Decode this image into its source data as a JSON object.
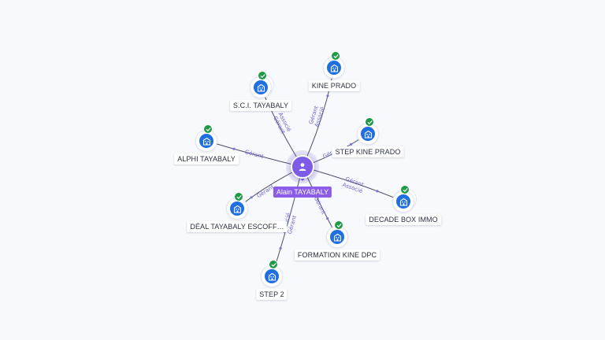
{
  "center": {
    "name": "Alain TAYABALY",
    "icon": "person-icon"
  },
  "colors": {
    "center": "#7c5ce6",
    "company_icon": "#1f6fe0",
    "verified_badge": "#1e9a47",
    "edge_label": "#6a64d4"
  },
  "companies": [
    {
      "id": "kine-prado",
      "name": "KINE PRADO",
      "roles": [
        "Gérant",
        "Associé"
      ],
      "stacked": false
    },
    {
      "id": "sci-tayabaly",
      "name": "S.C.I. TAYABALY",
      "roles": [
        "Gérant",
        "Associé"
      ],
      "stacked": true
    },
    {
      "id": "step-kine-prado",
      "name": "STEP KINE PRADO",
      "roles": [
        "Gérant"
      ],
      "stacked": false
    },
    {
      "id": "alphi-tayabaly",
      "name": "ALPHI TAYABALY",
      "roles": [
        "Gérant"
      ],
      "stacked": false
    },
    {
      "id": "decade-box-immo",
      "name": "DECADE BOX IMMO",
      "roles": [
        "Gérant",
        "Associé"
      ],
      "stacked": true
    },
    {
      "id": "deal-tayabaly",
      "name": "DÉAL TAYABALY ESCOFF…",
      "roles": [
        "Gérant"
      ],
      "stacked": false
    },
    {
      "id": "formation-kine-dpc",
      "name": "FORMATION KINE DPC",
      "roles": [
        "Gérant"
      ],
      "stacked": false
    },
    {
      "id": "step-2",
      "name": "STEP 2",
      "roles": [
        "Gérant",
        "Associé"
      ],
      "stacked": false
    }
  ]
}
